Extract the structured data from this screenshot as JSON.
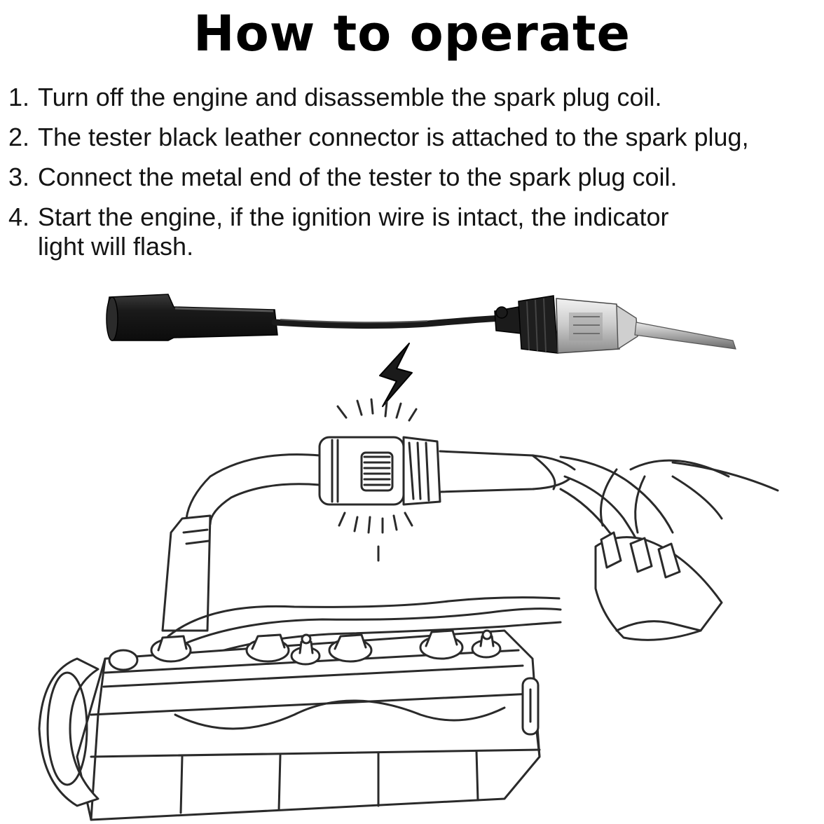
{
  "title": "How to operate",
  "steps": [
    {
      "number": "1.",
      "text": "Turn off the engine and disassemble the spark plug coil."
    },
    {
      "number": "2.",
      "text": "The tester black leather connector is attached to the spark plug,"
    },
    {
      "number": "3.",
      "text": "Connect the metal end of the tester to the spark plug coil."
    },
    {
      "number": "4.",
      "text": "Start the engine, if the ignition wire is intact, the indicator light will flash."
    }
  ],
  "illustration": {
    "tester_icon": "spark-plug-tester-icon",
    "spark_icon": "lightning-bolt-icon",
    "engine_icon": "engine-diagram-icon",
    "colors": {
      "boot": "#1c1c1c",
      "cable": "#222222",
      "tip": "#b8b8b8",
      "line": "#2a2a2a"
    }
  }
}
